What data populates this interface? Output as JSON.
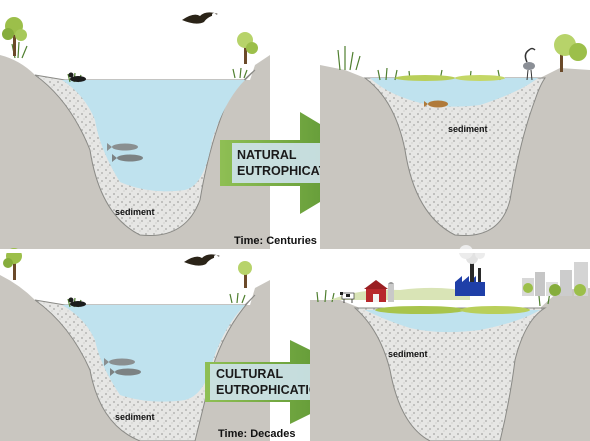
{
  "panels": [
    {
      "arrow_label_line1": "NATURAL",
      "arrow_label_line2": "EUTROPHICATION",
      "time_label": "Time: Centuries",
      "sediment_before": "sediment",
      "sediment_after": "sediment"
    },
    {
      "arrow_label_line1": "CULTURAL",
      "arrow_label_line2": "EUTROPHICATION",
      "time_label": "Time: Decades",
      "sediment_before": "sediment",
      "sediment_after": "sediment"
    }
  ],
  "colors": {
    "ground": "#c9c6c0",
    "sediment": "#e4e4e2",
    "water": "#bfe2ee",
    "arrow": "#6fa33a",
    "arrow_box": "#cfe3ee",
    "factory": "#1f3fa8",
    "barn": "#b8282c"
  }
}
